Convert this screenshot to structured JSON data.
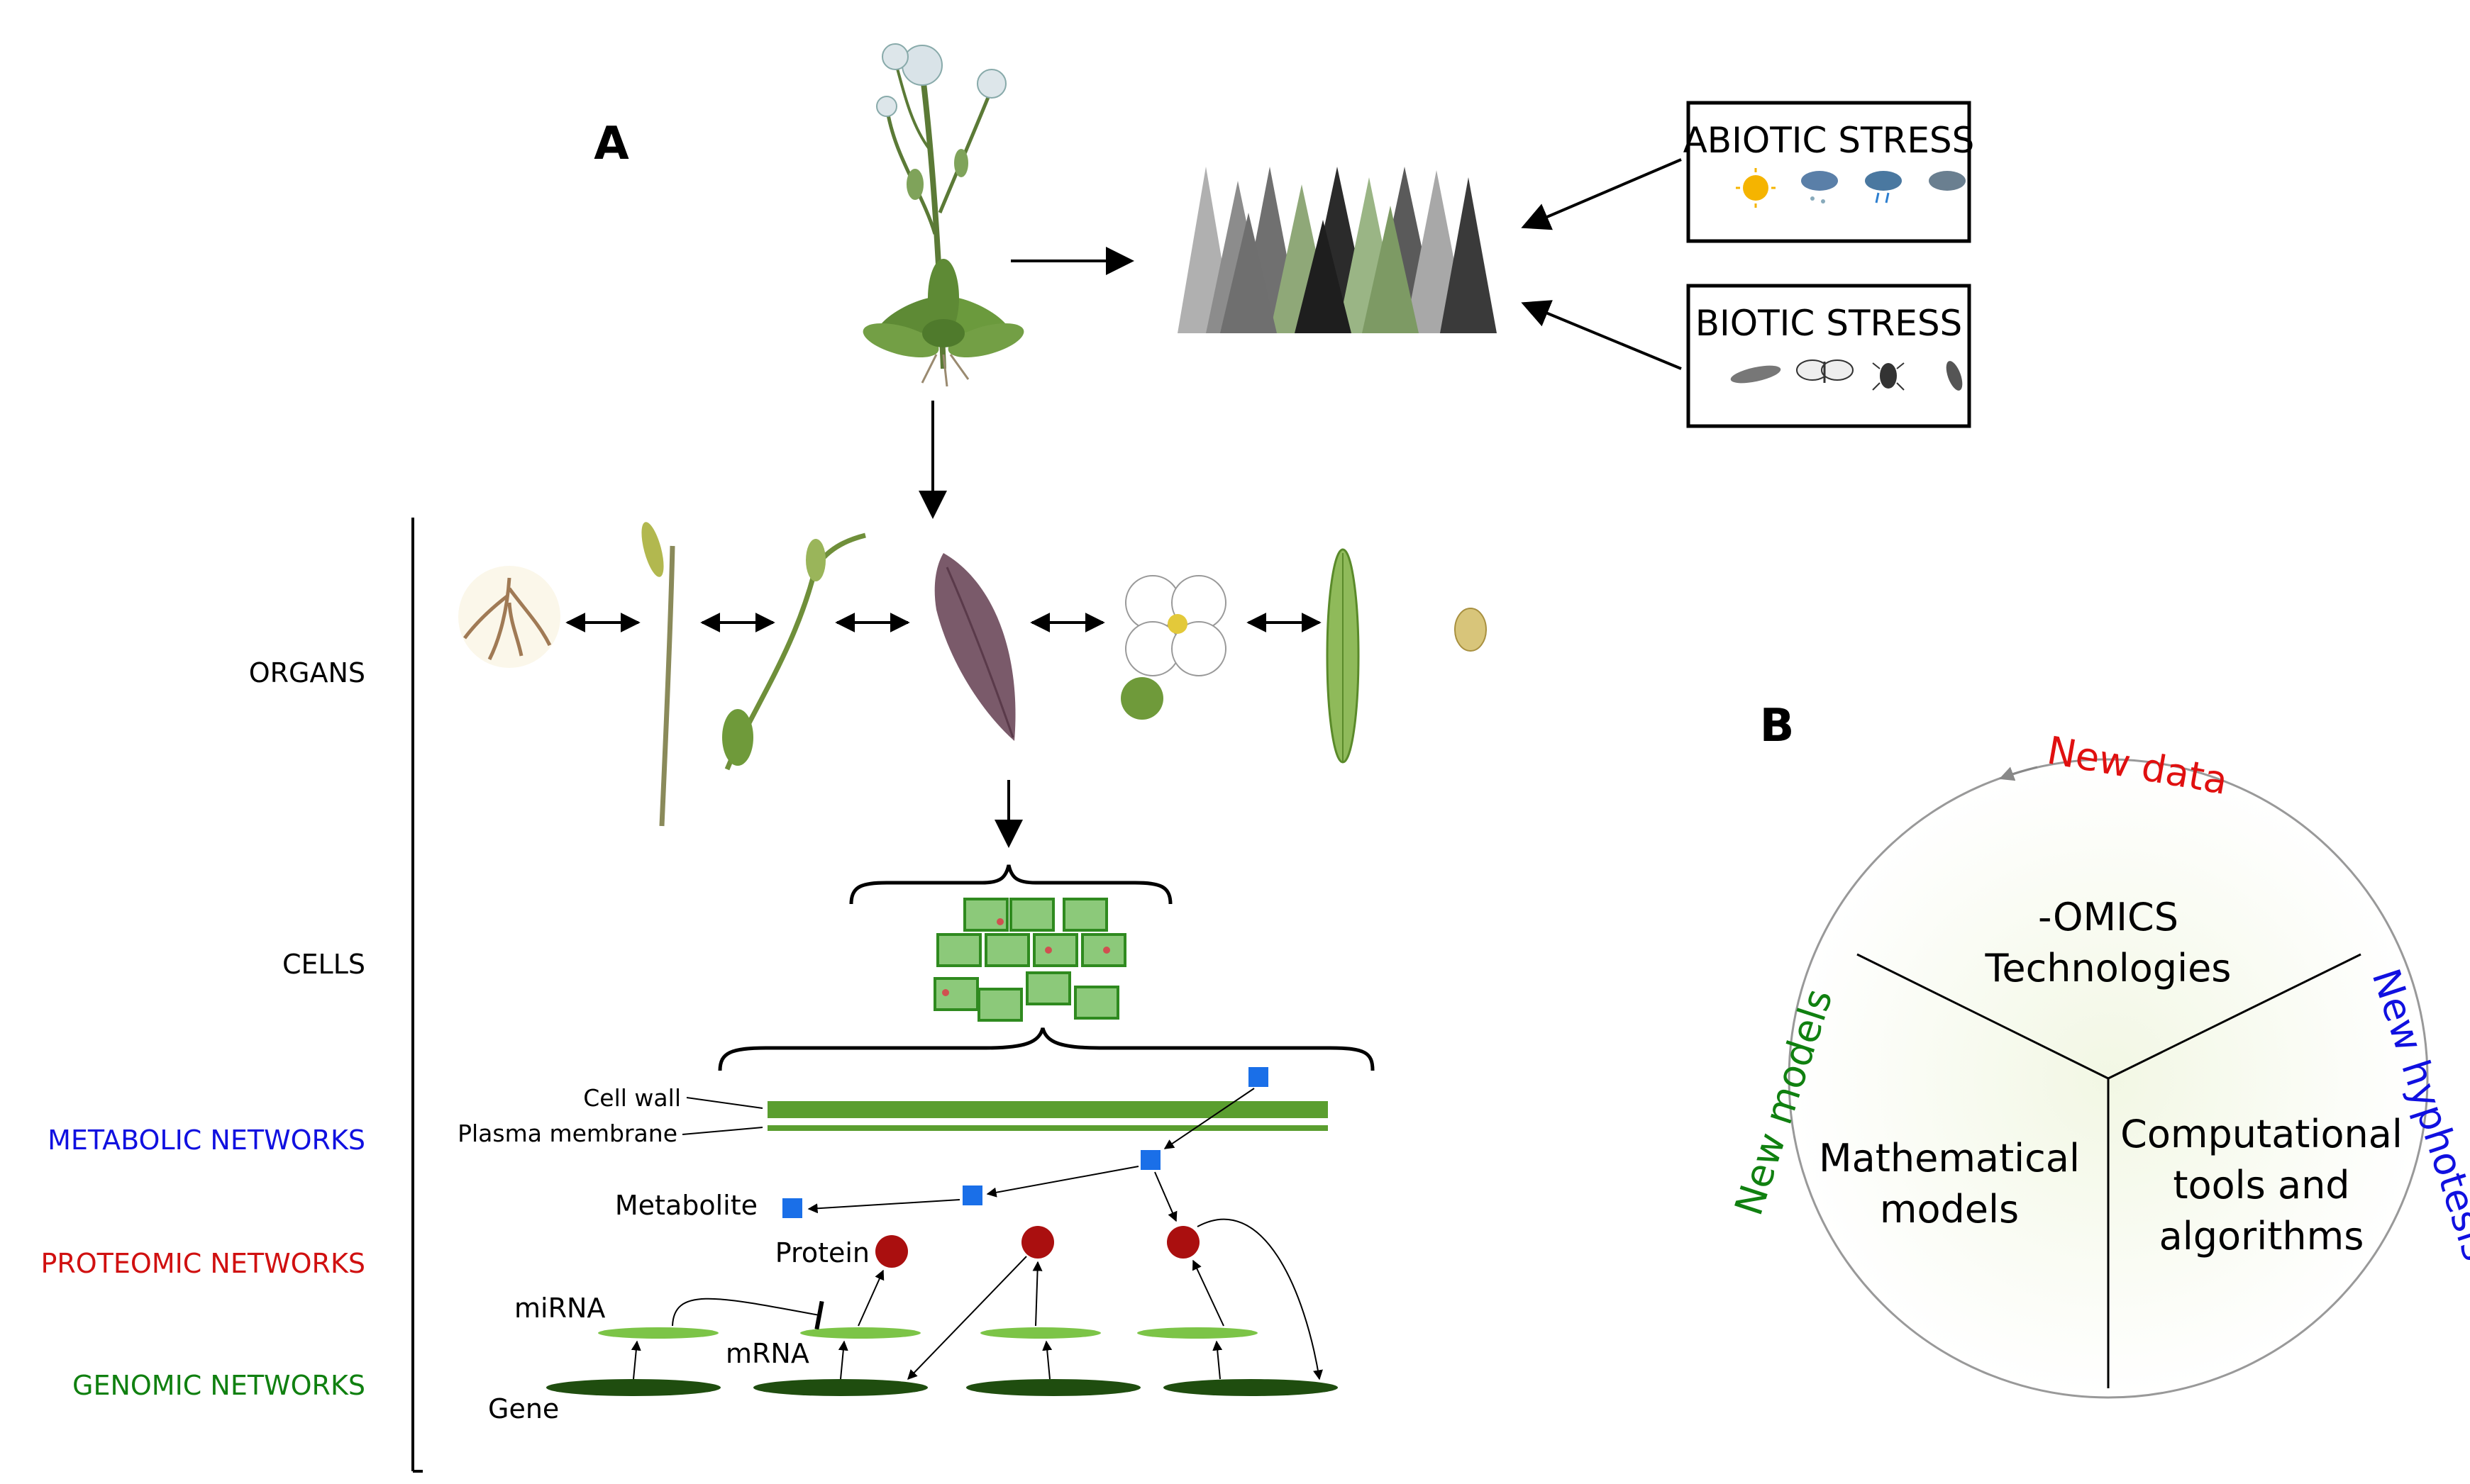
{
  "panel_a": {
    "letter": "A",
    "stress": {
      "abiotic": "ABIOTIC STRESS",
      "biotic": "BIOTIC STRESS"
    },
    "levels": {
      "organs": "ORGANS",
      "cells": "CELLS",
      "metabolic": "METABOLIC NETWORKS",
      "proteomic": "PROTEOMIC NETWORKS",
      "genomic": "GENOMIC NETWORKS"
    },
    "cell_labels": {
      "cell_wall": "Cell wall",
      "plasma_membrane": "Plasma membrane",
      "metabolite": "Metabolite",
      "protein": "Protein",
      "mirna": "miRNA",
      "mrna": "mRNA",
      "gene": "Gene"
    },
    "colors": {
      "metabolic": "#1010e0",
      "proteomic": "#d01010",
      "genomic": "#108010",
      "metabolite": "#1a6fe8",
      "protein": "#aa0f0f",
      "gene": "#1f4d0f",
      "mrna": "#7cc447",
      "wall": "#5a9e2f"
    }
  },
  "panel_b": {
    "letter": "B",
    "sectors": {
      "top_line1": "-OMICS",
      "top_line2": "Technologies",
      "left_line1": "Mathematical",
      "left_line2": "models",
      "right_line1": "Computational",
      "right_line2": "tools and",
      "right_line3": "algorithms"
    },
    "arc_labels": {
      "new_data": "New data",
      "new_models": "New models",
      "new_hypothesis": "New hyphotesis"
    },
    "colors": {
      "new_data": "#e01010",
      "new_models": "#108010",
      "new_hypothesis": "#1010e0"
    }
  }
}
